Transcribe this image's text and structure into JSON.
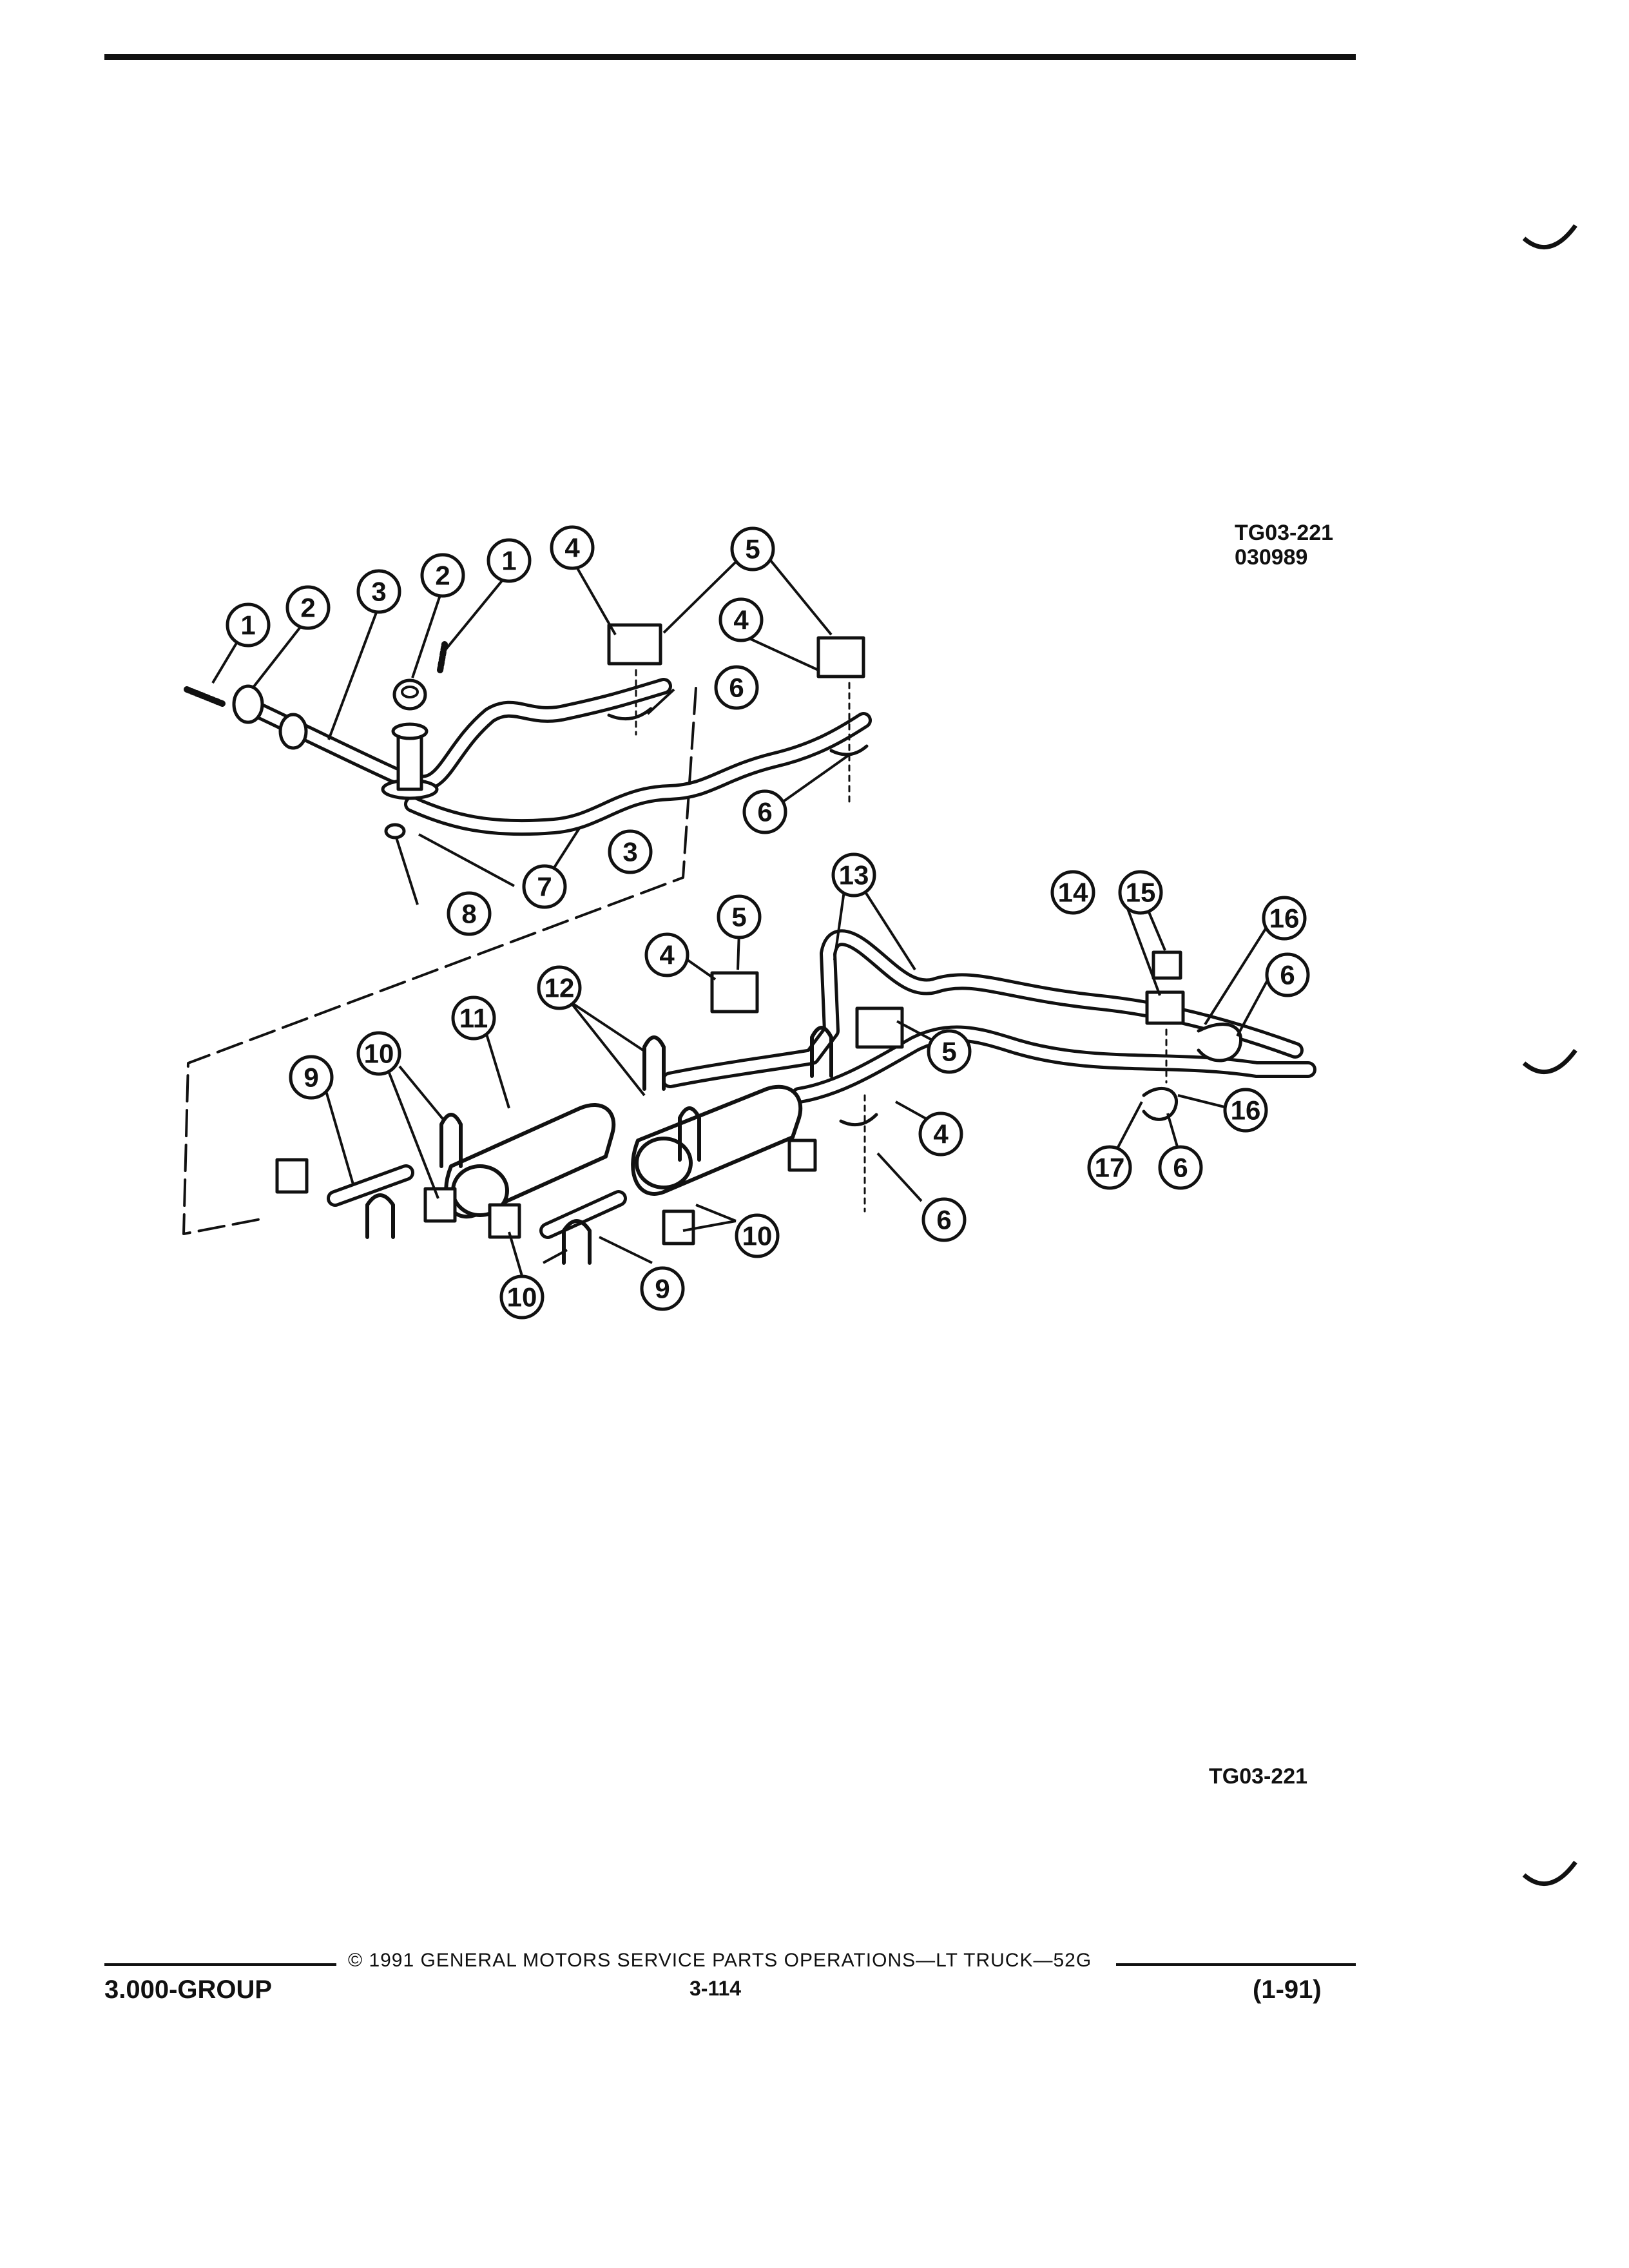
{
  "figure": {
    "id_top": "TG03-221",
    "date_code": "030989",
    "id_bottom": "TG03-221",
    "callouts": [
      "1",
      "2",
      "3",
      "4",
      "5",
      "6",
      "7",
      "8",
      "9",
      "10",
      "11",
      "12",
      "13",
      "14",
      "15",
      "16",
      "17"
    ]
  },
  "footer": {
    "copyright": "© 1991 GENERAL MOTORS SERVICE PARTS OPERATIONS—LT TRUCK—52G",
    "group": "3.000-GROUP",
    "page": "3-114",
    "date": "(1-91)"
  }
}
